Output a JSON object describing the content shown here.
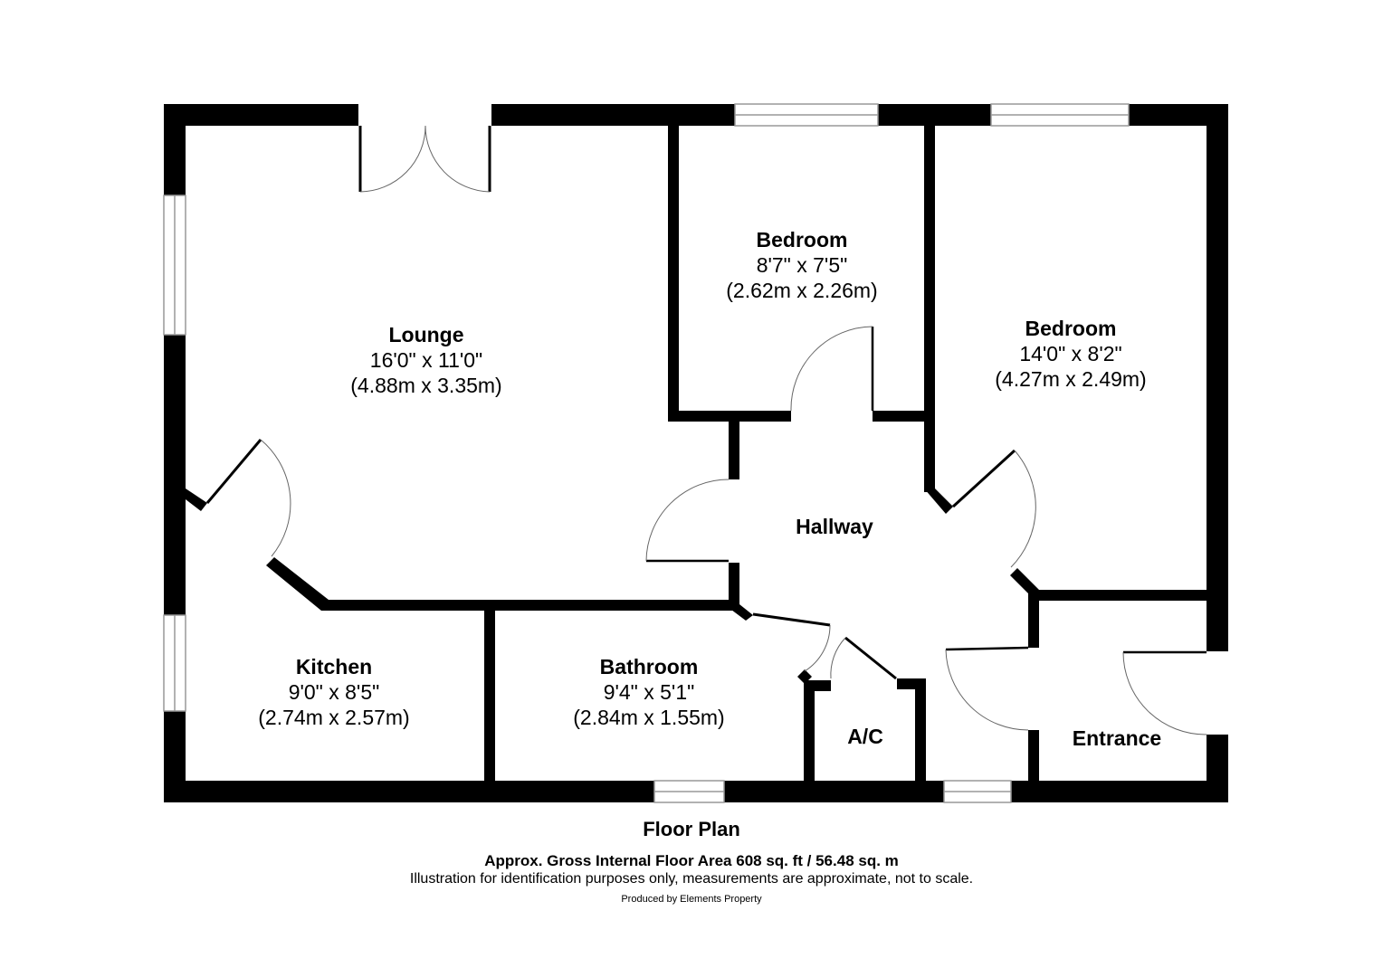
{
  "colors": {
    "wall": "#000000",
    "window": "#999999",
    "door_swing": "#666666",
    "background": "#ffffff"
  },
  "rooms": [
    {
      "name": "Lounge",
      "imperial": "16'0\" x 11'0\"",
      "metric": "(4.88m x 3.35m)"
    },
    {
      "name": "Bedroom",
      "imperial": "8'7\" x 7'5\"",
      "metric": "(2.62m x 2.26m)"
    },
    {
      "name": "Bedroom",
      "imperial": "14'0\" x 8'2\"",
      "metric": "(4.27m x 2.49m)"
    },
    {
      "name": "Hallway"
    },
    {
      "name": "Kitchen",
      "imperial": "9'0\" x 8'5\"",
      "metric": "(2.74m x 2.57m)"
    },
    {
      "name": "Bathroom",
      "imperial": "9'4\" x 5'1\"",
      "metric": "(2.84m x 1.55m)"
    },
    {
      "name": "A/C"
    },
    {
      "name": "Entrance"
    }
  ],
  "footer": {
    "title": "Floor Plan",
    "area": "Approx. Gross Internal Floor Area 608 sq. ft / 56.48 sq. m",
    "disclaimer": "Illustration for identification purposes only, measurements are approximate, not to scale.",
    "credit": "Produced by Elements Property"
  }
}
